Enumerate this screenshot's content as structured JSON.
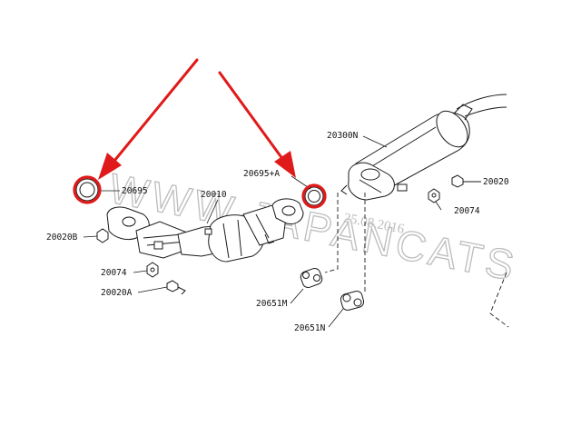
{
  "labels": {
    "p20695": "20695",
    "p20695_a": "20695+A",
    "p20010": "20010",
    "p20300n": "20300N",
    "p20020_right": "20020",
    "p20074_right": "20074",
    "p20020b": "20020B",
    "p20074_left": "20074",
    "p20020a": "20020A",
    "p20651m": "20651M",
    "p20651n": "20651N"
  },
  "watermark": {
    "text": "WWW.JAPANCATS",
    "date": "25.08.2016"
  },
  "colors": {
    "highlight": "#e01a1a",
    "line": "#1a1a1a",
    "watermark": "#bdbdbd"
  }
}
